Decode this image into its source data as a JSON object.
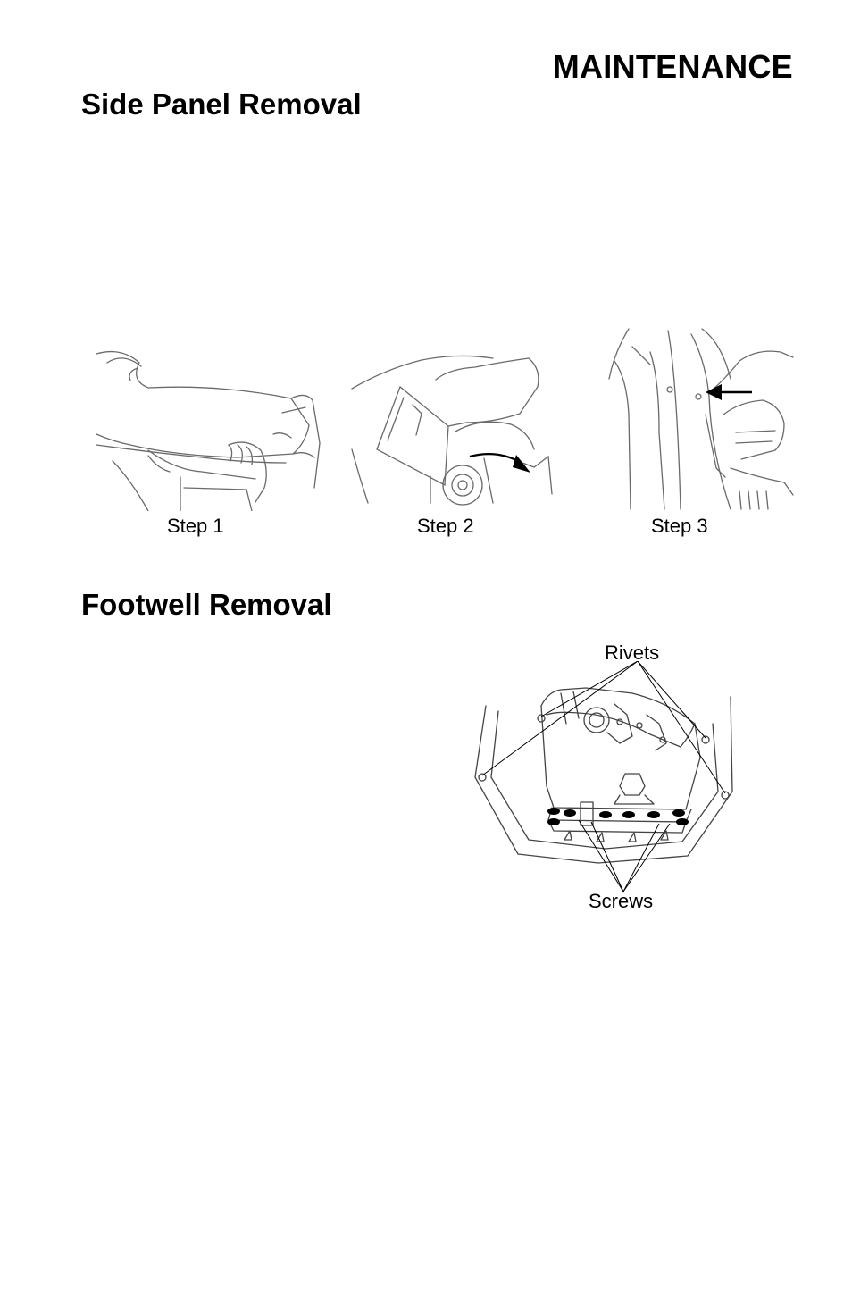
{
  "page": {
    "header": "MAINTENANCE",
    "sections": [
      {
        "title": "Side Panel Removal",
        "steps": [
          "Step 1",
          "Step 2",
          "Step 3"
        ]
      },
      {
        "title": "Footwell Removal",
        "callouts": {
          "rivets": "Rivets",
          "screws": "Screws"
        }
      }
    ]
  }
}
